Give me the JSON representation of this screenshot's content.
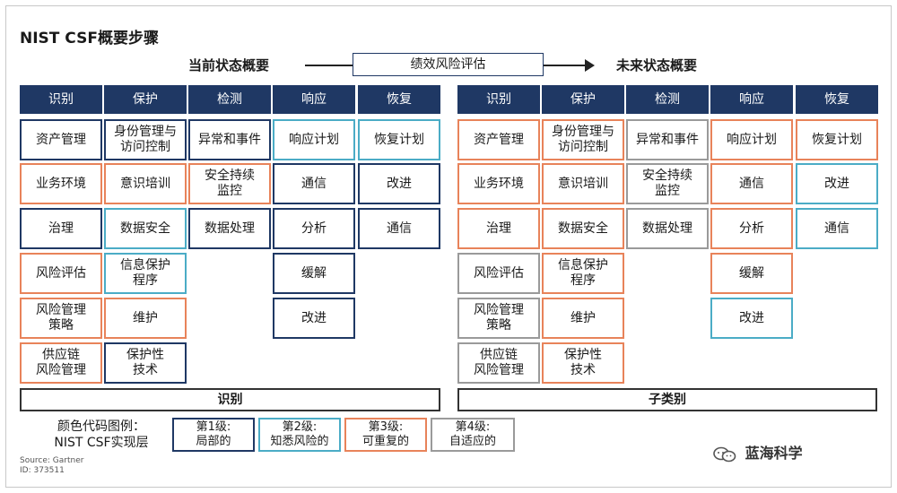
{
  "title": "NIST CSF概要步骤",
  "current_label": "当前状态概要",
  "future_label": "未来状态概要",
  "assessment_label": "绩效风险评估",
  "headers": [
    "识别",
    "保护",
    "检测",
    "响应",
    "恢复"
  ],
  "left_columns": [
    [
      {
        "text": "资产管理",
        "tier": 1
      },
      {
        "text": "业务环境",
        "tier": 3
      },
      {
        "text": "治理",
        "tier": 1
      },
      {
        "text": "风险评估",
        "tier": 3
      },
      {
        "text": "风险管理\n策略",
        "tier": 3
      },
      {
        "text": "供应链\n风险管理",
        "tier": 3
      }
    ],
    [
      {
        "text": "身份管理与\n访问控制",
        "tier": 1
      },
      {
        "text": "意识培训",
        "tier": 3
      },
      {
        "text": "数据安全",
        "tier": 2
      },
      {
        "text": "信息保护\n程序",
        "tier": 2
      },
      {
        "text": "维护",
        "tier": 3
      },
      {
        "text": "保护性\n技术",
        "tier": 1
      }
    ],
    [
      {
        "text": "异常和事件",
        "tier": 1
      },
      {
        "text": "安全持续\n监控",
        "tier": 3
      },
      {
        "text": "数据处理",
        "tier": 1
      }
    ],
    [
      {
        "text": "响应计划",
        "tier": 2
      },
      {
        "text": "通信",
        "tier": 1
      },
      {
        "text": "分析",
        "tier": 1
      },
      {
        "text": "缓解",
        "tier": 1
      },
      {
        "text": "改进",
        "tier": 1
      }
    ],
    [
      {
        "text": "恢复计划",
        "tier": 2
      },
      {
        "text": "改进",
        "tier": 1
      },
      {
        "text": "通信",
        "tier": 1
      }
    ]
  ],
  "right_columns": [
    [
      {
        "text": "资产管理",
        "tier": 3
      },
      {
        "text": "业务环境",
        "tier": 3
      },
      {
        "text": "治理",
        "tier": 3
      },
      {
        "text": "风险评估",
        "tier": 4
      },
      {
        "text": "风险管理\n策略",
        "tier": 4
      },
      {
        "text": "供应链\n风险管理",
        "tier": 4
      }
    ],
    [
      {
        "text": "身份管理与\n访问控制",
        "tier": 3
      },
      {
        "text": "意识培训",
        "tier": 3
      },
      {
        "text": "数据安全",
        "tier": 3
      },
      {
        "text": "信息保护\n程序",
        "tier": 3
      },
      {
        "text": "维护",
        "tier": 3
      },
      {
        "text": "保护性\n技术",
        "tier": 3
      }
    ],
    [
      {
        "text": "异常和事件",
        "tier": 4
      },
      {
        "text": "安全持续\n监控",
        "tier": 4
      },
      {
        "text": "数据处理",
        "tier": 4
      }
    ],
    [
      {
        "text": "响应计划",
        "tier": 3
      },
      {
        "text": "通信",
        "tier": 3
      },
      {
        "text": "分析",
        "tier": 3
      },
      {
        "text": "缓解",
        "tier": 3
      },
      {
        "text": "改进",
        "tier": 2
      }
    ],
    [
      {
        "text": "恢复计划",
        "tier": 3
      },
      {
        "text": "改进",
        "tier": 2
      },
      {
        "text": "通信",
        "tier": 2
      }
    ]
  ],
  "left_footer": "识别",
  "right_footer": "子类别",
  "legend": {
    "label": "颜色代码图例：\nNIST CSF实现层",
    "items": [
      {
        "text": "第1级:\n局部的",
        "tier": 1
      },
      {
        "text": "第2级:\n知悉风险的",
        "tier": 2
      },
      {
        "text": "第3级:\n可重复的",
        "tier": 3
      },
      {
        "text": "第4级:\n自适应的",
        "tier": 4
      }
    ]
  },
  "source": "Source: Gartner",
  "id_text": "ID: 373511",
  "brand": "蓝海科学",
  "tier_colors": {
    "1": "#1f3864",
    "2": "#4bacc6",
    "3": "#e8835a",
    "4": "#9a9a9a"
  }
}
